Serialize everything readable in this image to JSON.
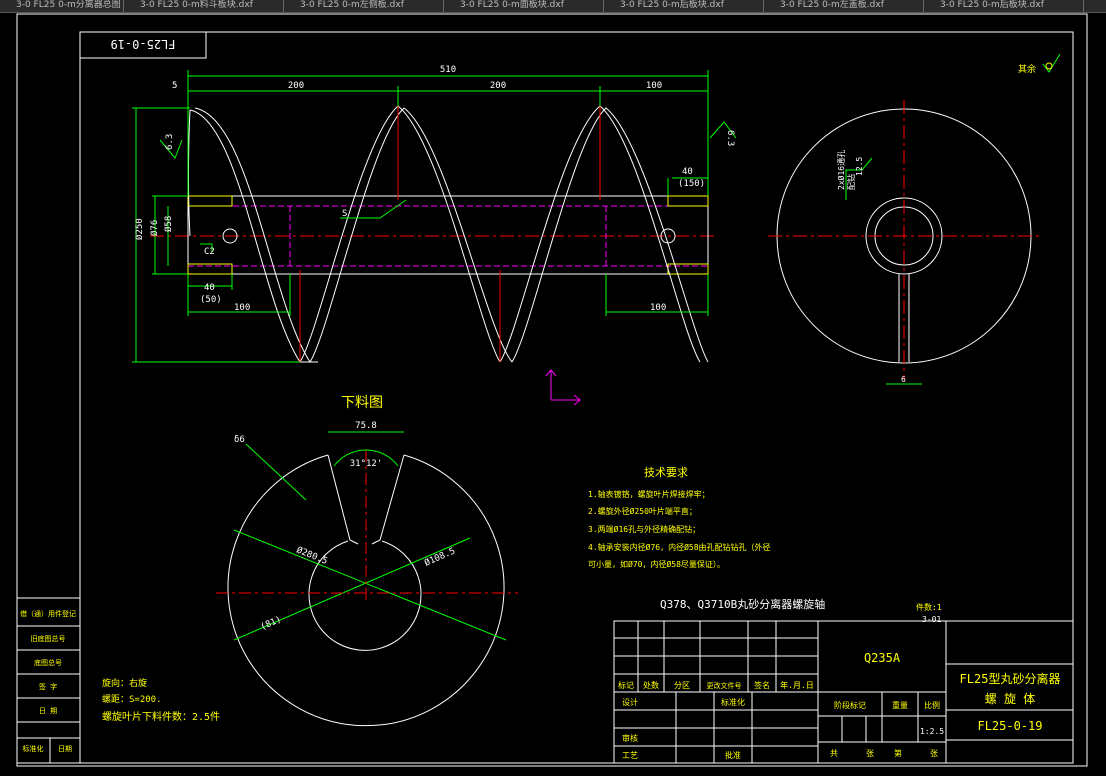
{
  "tabs": [
    {
      "label": "3-0 FL25 0-m分离器总图"
    },
    {
      "label": "3-0 FL25 0-m料斗板块.dxf"
    },
    {
      "label": "3-0 FL25 0-m左侧板.dxf"
    },
    {
      "label": "3-0 FL25 0-m面板块.dxf"
    },
    {
      "label": "3-0 FL25 0-m后板块.dxf"
    },
    {
      "label": "3-0 FL25 0-m左盖板.dxf"
    },
    {
      "label": "3-0 FL25 0-m后板块.dxf"
    }
  ],
  "drawing": {
    "top_code": "FL25-0-19",
    "roughness_note": "其余",
    "dims": {
      "overall": "510",
      "lead1": "200",
      "lead2": "200",
      "end_len": "100",
      "left_offset": "5",
      "dia_outer": "Ø250",
      "dia_shaft": "Ø76",
      "dia_bore": "Ø58",
      "chamfer": "C2",
      "left_groove": "40",
      "left_groove_paren": "(50)",
      "left_len": "100",
      "right_groove": "40",
      "right_groove_paren": "(150)",
      "right_len": "100",
      "thickness": "S",
      "rough_left": "6.3",
      "rough_right": "6.3",
      "rough_side": "12.5",
      "side_note_1": "2xØ16通孔",
      "side_note_2": "配钻",
      "side_bottom": "6"
    },
    "blank": {
      "title": "下料图",
      "width": "75.8",
      "angle": "31°12'",
      "dia_outer": "Ø280.5",
      "dia_inner": "Ø108.5",
      "chord": "(81)",
      "thickness_mark": "δ6"
    },
    "tech": {
      "title": "技术要求",
      "lines": [
        "1.轴表镀铬，螺旋叶片焊接焊牢；",
        "2.螺旋外径Ø250叶片端平直；",
        "3.两端Ø16孔与外径精确配钻；",
        "4.轴承安装内径Ø76，内径Ø58由孔配钻钻孔（外径",
        "  可小量，如Ø70，内径Ø58尽量保证）。"
      ]
    },
    "notes": {
      "dir": "旋向：右旋",
      "pitch": "螺距：S=200.",
      "count": "螺旋叶片下料件数：2.5件"
    },
    "part_title": "Q378、Q3710B丸砂分离器螺旋轴",
    "qty_label": "件数:1",
    "qty_code": "3-01",
    "material": "Q235A",
    "company": "FL25型丸砂分离器",
    "assembly": "螺 旋 体",
    "drawing_no": "FL25-0-19",
    "scale": "1:2.5",
    "tb": {
      "biaoji": "标记",
      "chushu": "处数",
      "fenqu": "分区",
      "gengwen": "更改文件号",
      "qianming": "签名",
      "nyr": "年.月.日",
      "sheji": "设计",
      "biaozhunhua": "标准化",
      "shenhe": "审核",
      "gongyi": "工艺",
      "pizhun": "批准",
      "jieduan": "阶段标记",
      "zhongliang": "重量",
      "bili": "比例",
      "gong": "共",
      "zhang": "张",
      "di": "第",
      "zhang2": "张"
    },
    "side": [
      "借（通）用件登记",
      "旧底图总号",
      "底图总号",
      "签  字",
      "日  期",
      "标准化",
      "日期"
    ]
  }
}
